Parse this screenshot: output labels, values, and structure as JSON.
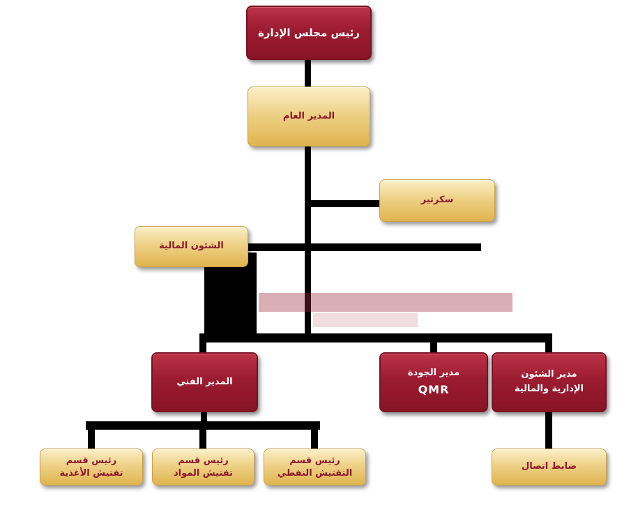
{
  "colors": {
    "background": "#ffffff",
    "node_red": "#9c1b30",
    "node_red_border": "#7a1120",
    "node_gold": "#eed187",
    "node_gold_border": "#c9a04a",
    "text_on_red": "#ffffff",
    "text_on_gold": "#8b1a2b",
    "connector": "#000000",
    "watermark_rose": "#9a2c3c"
  },
  "org_chart": {
    "nodes": [
      {
        "id": "chairman",
        "style": "red",
        "lines": [
          "رئيس مجلس الإدارة"
        ]
      },
      {
        "id": "general-manager",
        "style": "gold",
        "lines": [
          "المدير العام"
        ]
      },
      {
        "id": "secretary",
        "style": "gold",
        "lines": [
          "سكرتير"
        ]
      },
      {
        "id": "financial-affairs",
        "style": "gold",
        "lines": [
          "الشئون المالية"
        ]
      },
      {
        "id": "technical-manager",
        "style": "red",
        "lines": [
          "المدير الفني"
        ]
      },
      {
        "id": "quality-manager",
        "style": "red",
        "lines": [
          "مدير الجودة",
          "QMR"
        ]
      },
      {
        "id": "admin-financial-manager",
        "style": "red",
        "lines": [
          "مدير الشئون",
          "الإدارية والمالية"
        ]
      },
      {
        "id": "food-inspection-head",
        "style": "gold",
        "lines": [
          "رئيس قسم",
          "تفتيش الأغذية"
        ]
      },
      {
        "id": "materials-inspection-head",
        "style": "gold",
        "lines": [
          "رئيس قسم",
          "تفتيش المواد"
        ]
      },
      {
        "id": "oil-inspection-head",
        "style": "gold",
        "lines": [
          "رئيس قسم",
          "التفتيش النفطي"
        ]
      },
      {
        "id": "liaison-officer",
        "style": "gold",
        "lines": [
          "ضابط اتصال"
        ]
      }
    ],
    "edges": [
      {
        "from": "chairman",
        "to": "general-manager"
      },
      {
        "from": "general-manager",
        "to": "secretary"
      },
      {
        "from": "general-manager",
        "to": "financial-affairs"
      },
      {
        "from": "general-manager",
        "to": "technical-manager"
      },
      {
        "from": "general-manager",
        "to": "quality-manager"
      },
      {
        "from": "general-manager",
        "to": "admin-financial-manager"
      },
      {
        "from": "technical-manager",
        "to": "food-inspection-head"
      },
      {
        "from": "technical-manager",
        "to": "materials-inspection-head"
      },
      {
        "from": "technical-manager",
        "to": "oil-inspection-head"
      },
      {
        "from": "admin-financial-manager",
        "to": "liaison-officer"
      }
    ]
  }
}
